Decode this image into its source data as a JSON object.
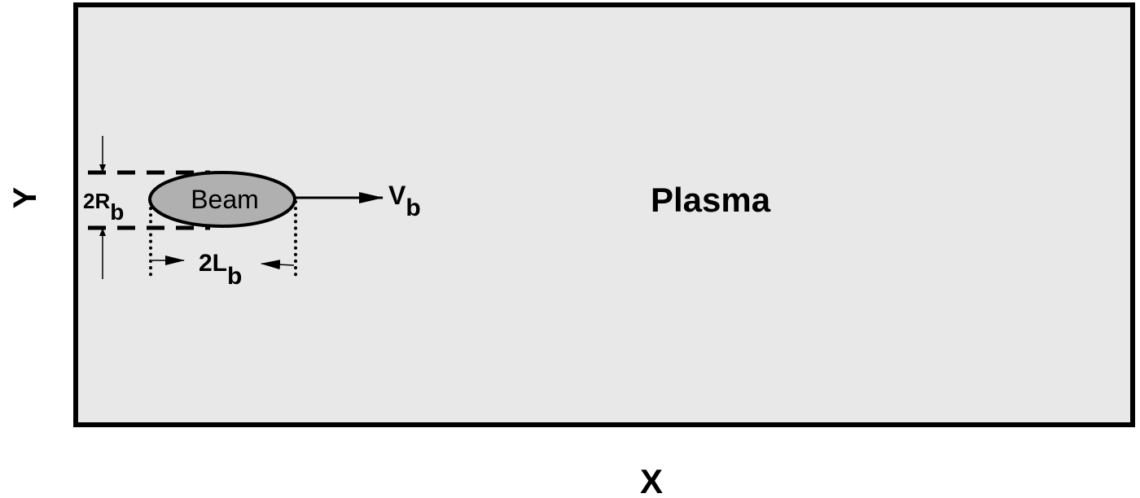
{
  "diagram": {
    "type": "schematic",
    "colors": {
      "background": "#ffffff",
      "domain_fill": "#e8e8e8",
      "domain_border": "#000000",
      "beam_fill": "#b0b0b0",
      "stroke": "#000000"
    },
    "domain": {
      "label": "Plasma"
    },
    "axes": {
      "x_label": "X",
      "y_label": "Y"
    },
    "beam": {
      "label": "Beam",
      "shape": "ellipse"
    },
    "velocity": {
      "main": "V",
      "sub": "b"
    },
    "radius_dim": {
      "main": "2R",
      "sub": "b"
    },
    "length_dim": {
      "main": "2L",
      "sub": "b"
    }
  }
}
